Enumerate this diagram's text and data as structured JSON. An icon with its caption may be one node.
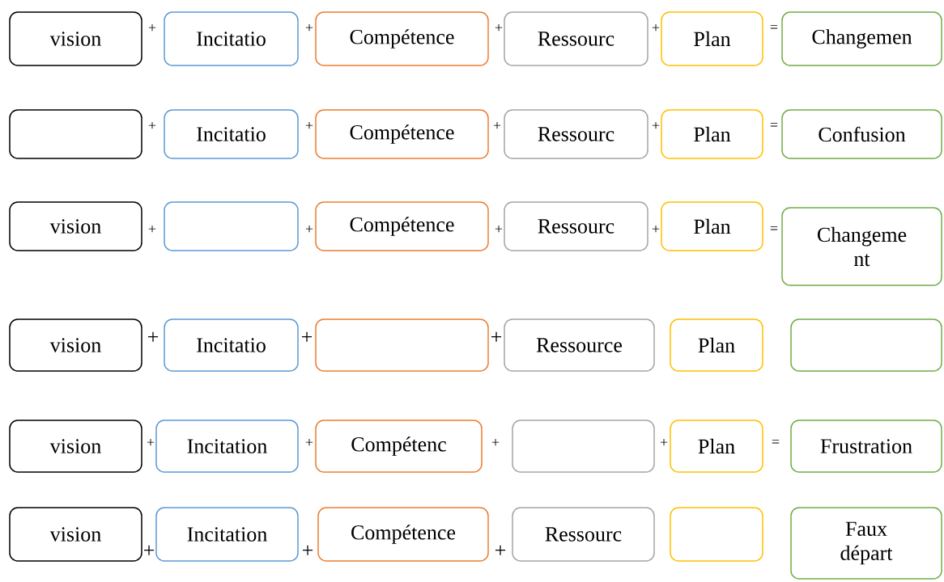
{
  "diagram": {
    "nodes": [
      {
        "text": [
          "vision"
        ]
      },
      {
        "text": [
          "Incitatio"
        ]
      },
      {
        "text": [
          "Compétence"
        ]
      },
      {
        "text": [
          "Ressourc"
        ]
      },
      {
        "text": [
          "Plan"
        ]
      },
      {
        "text": [
          "Changemen"
        ]
      },
      {
        "text": [],
        "shape": "box"
      },
      {
        "text": [
          "Incitatio"
        ]
      },
      {
        "text": [
          "Compétence"
        ]
      },
      {
        "text": [
          "Ressourc"
        ]
      },
      {
        "text": [
          "Plan"
        ]
      },
      {
        "text": [
          "Confusion"
        ]
      },
      {
        "text": [
          "vision"
        ]
      },
      {
        "text": [],
        "shape": "box"
      },
      {
        "text": [
          "Compétence"
        ]
      },
      {
        "text": [
          "Ressourc"
        ]
      },
      {
        "text": [
          "Plan"
        ]
      },
      {
        "text": [
          "Changeme nt"
        ]
      },
      {
        "text": [
          "vision"
        ]
      },
      {
        "text": [
          "Incitatio"
        ]
      },
      {
        "text": [],
        "shape": "box"
      },
      {
        "text": [
          "Ressource"
        ]
      },
      {
        "text": [
          "Plan"
        ]
      },
      {
        "text": [],
        "shape": "box"
      },
      {
        "text": [
          "vision"
        ]
      },
      {
        "text": [
          "Incitation"
        ]
      },
      {
        "text": [
          "Compétenc"
        ]
      },
      {
        "text": [],
        "shape": "box"
      },
      {
        "text": [
          "Plan"
        ]
      },
      {
        "text": [
          "Frustration"
        ]
      },
      {
        "text": [
          "vision"
        ]
      },
      {
        "text": [
          "Incitation"
        ]
      },
      {
        "text": [
          "Compétence"
        ]
      },
      {
        "text": [
          "Ressourc"
        ]
      },
      {
        "text": [],
        "shape": "box"
      },
      {
        "text": [
          "Faux départ"
        ]
      }
    ],
    "labels": [
      "+",
      "+",
      "+",
      "+",
      "=",
      "+",
      "+",
      "+",
      "+",
      "=",
      "+",
      "+",
      "+",
      "+",
      "=",
      "+",
      "+",
      "+",
      "+",
      "+",
      "+",
      "+",
      "=",
      "+",
      "+",
      "+"
    ]
  }
}
